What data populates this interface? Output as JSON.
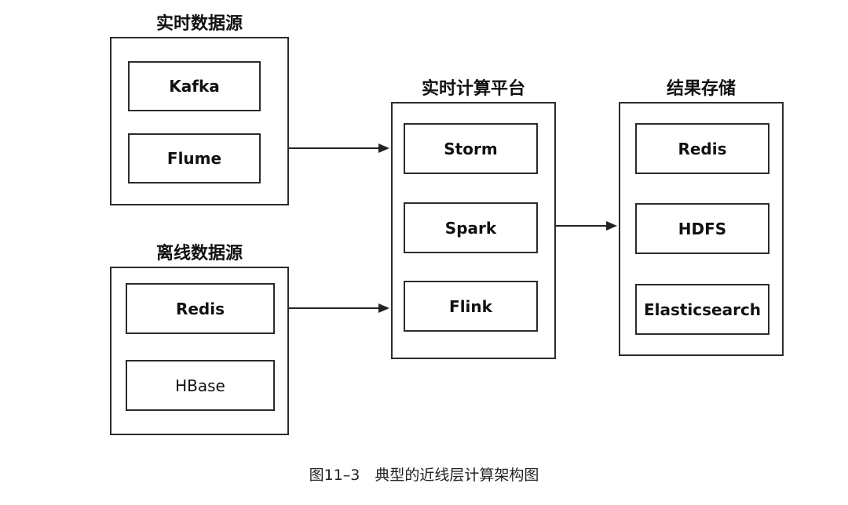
{
  "groups": {
    "realtime_sources": {
      "title": "实时数据源",
      "nodes": [
        "Kafka",
        "Flume"
      ]
    },
    "offline_sources": {
      "title": "离线数据源",
      "nodes": [
        "Redis",
        "HBase"
      ]
    },
    "compute_platform": {
      "title": "实时计算平台",
      "nodes": [
        "Storm",
        "Spark",
        "Flink"
      ]
    },
    "result_storage": {
      "title": "结果存储",
      "nodes": [
        "Redis",
        "HDFS",
        "Elasticsearch"
      ]
    }
  },
  "caption": "图11–3　典型的近线层计算架构图"
}
